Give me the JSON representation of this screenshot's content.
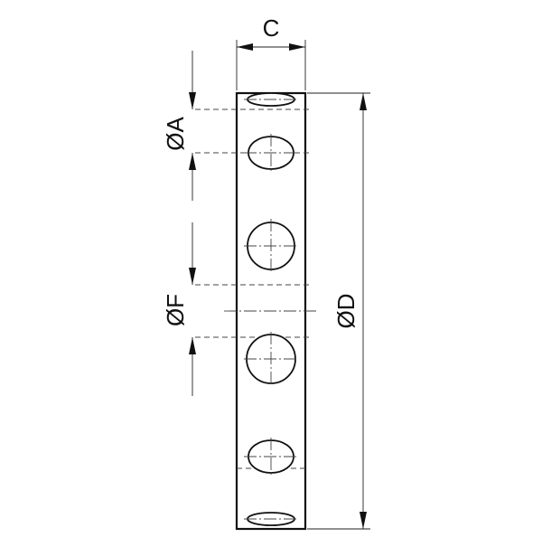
{
  "labels": {
    "c": "C",
    "a": "ØA",
    "f": "ØF",
    "d": "ØD"
  },
  "colors": {
    "line": "#111111",
    "background": "#ffffff"
  }
}
